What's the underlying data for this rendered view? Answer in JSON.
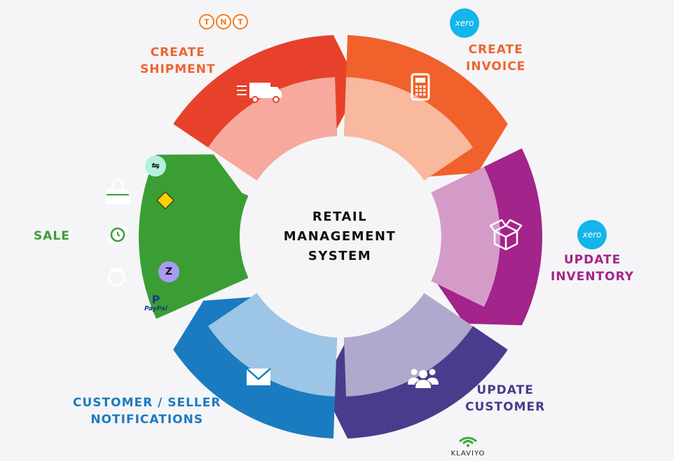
{
  "center": {
    "line1": "RETAIL",
    "line2": "MANAGEMENT",
    "line3": "SYSTEM"
  },
  "segments": [
    {
      "id": "shipment",
      "label_line1": "CREATE",
      "label_line2": "SHIPMENT",
      "color": "#e8412b",
      "light": "#f6a99c",
      "icon": "delivery-truck-icon"
    },
    {
      "id": "invoice",
      "label_line1": "CREATE",
      "label_line2": "INVOICE",
      "color": "#f0612b",
      "light": "#f8b99e",
      "icon": "calculator-icon"
    },
    {
      "id": "inventory",
      "label_line1": "UPDATE",
      "label_line2": "INVENTORY",
      "color": "#a3248a",
      "light": "#d59bc8",
      "icon": "box-icon"
    },
    {
      "id": "customer",
      "label_line1": "UPDATE",
      "label_line2": "CUSTOMER",
      "color": "#4a3c8c",
      "light": "#b0a9cd",
      "icon": "people-icon"
    },
    {
      "id": "notifications",
      "label_line1": "CUSTOMER / SELLER",
      "label_line2": "NOTIFICATIONS",
      "color": "#1b7bc0",
      "light": "#9cc5e6",
      "icon": "envelope-icon"
    },
    {
      "id": "sale",
      "label_line1": "SALE",
      "color": "#3a9e35",
      "icon": "shopping-bag-icon"
    }
  ],
  "logos": {
    "tnt": "TNT",
    "xero": "xero",
    "klaviyo": "KLAVIYO",
    "paypal": "PayPal",
    "zip": "Z"
  }
}
